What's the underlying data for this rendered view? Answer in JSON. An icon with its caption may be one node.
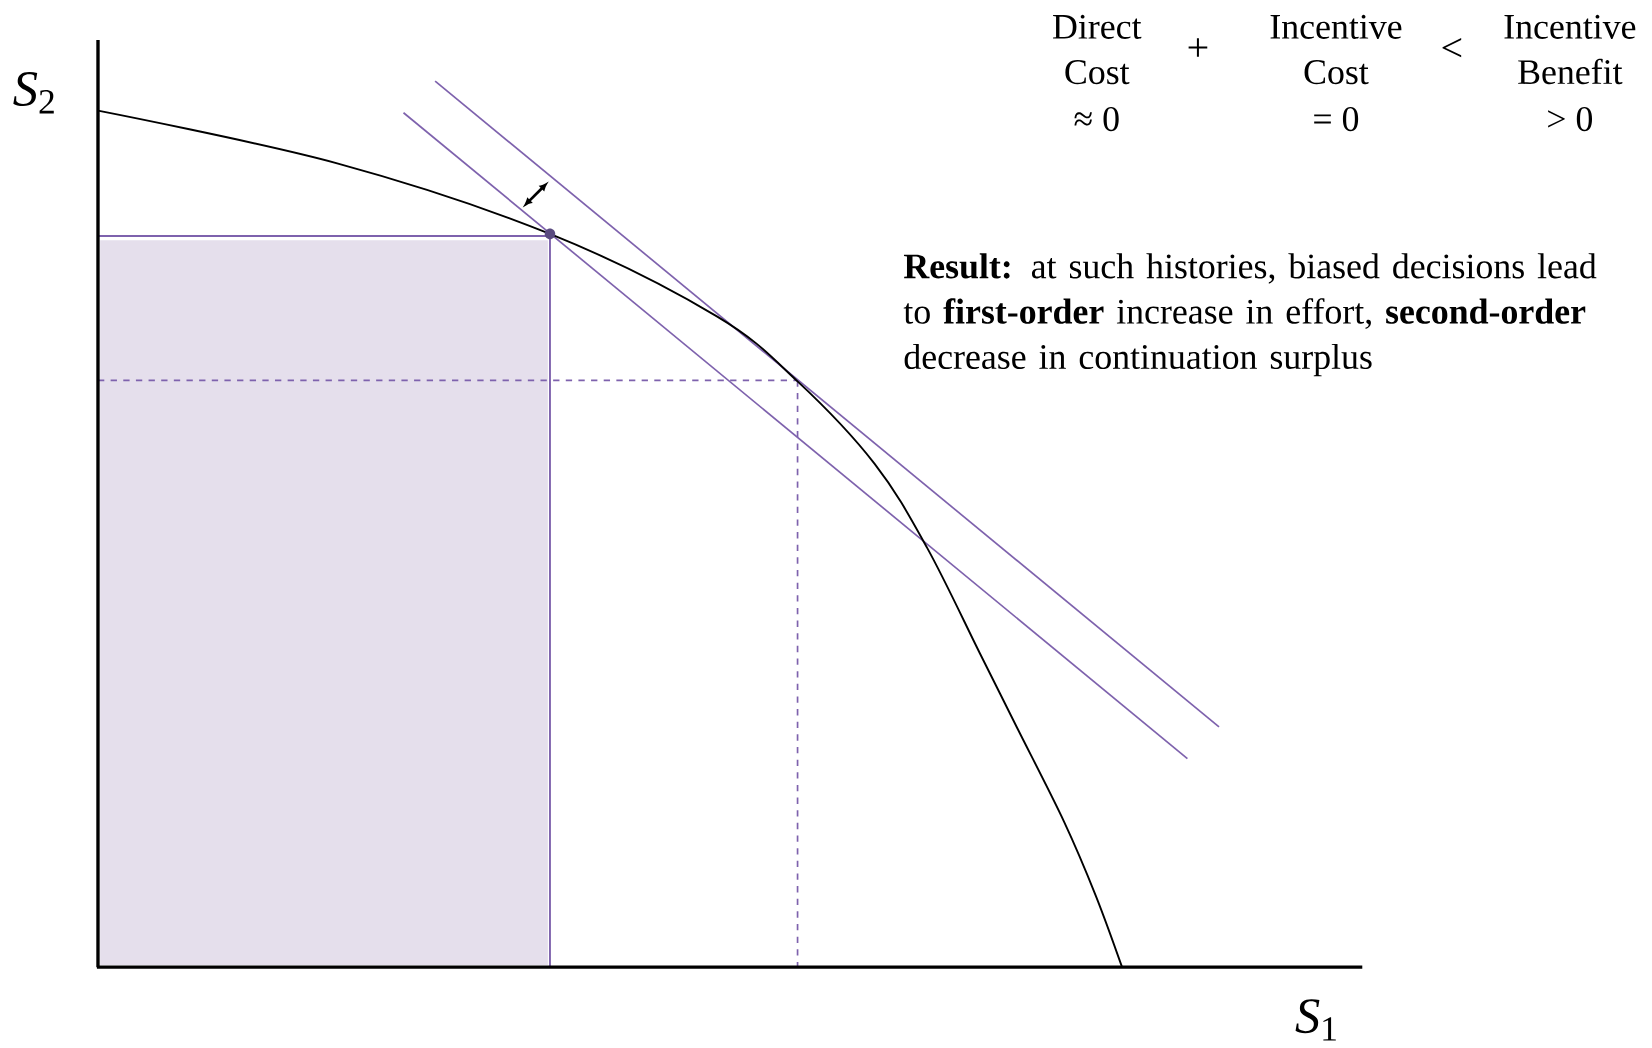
{
  "diagram": {
    "labels": [
      "*S*$_{2}$",
      "Direct Cost",
      "≈ 0",
      "+",
      "Incentive Cost",
      "= 0",
      "<",
      "Incentive Benefit",
      "> 0",
      "**Result:** at such histories, biased decisions lead to **first-order** increase in effort, **second-order** decrease in continuation surplus",
      "*S*$_{1}$"
    ]
  }
}
